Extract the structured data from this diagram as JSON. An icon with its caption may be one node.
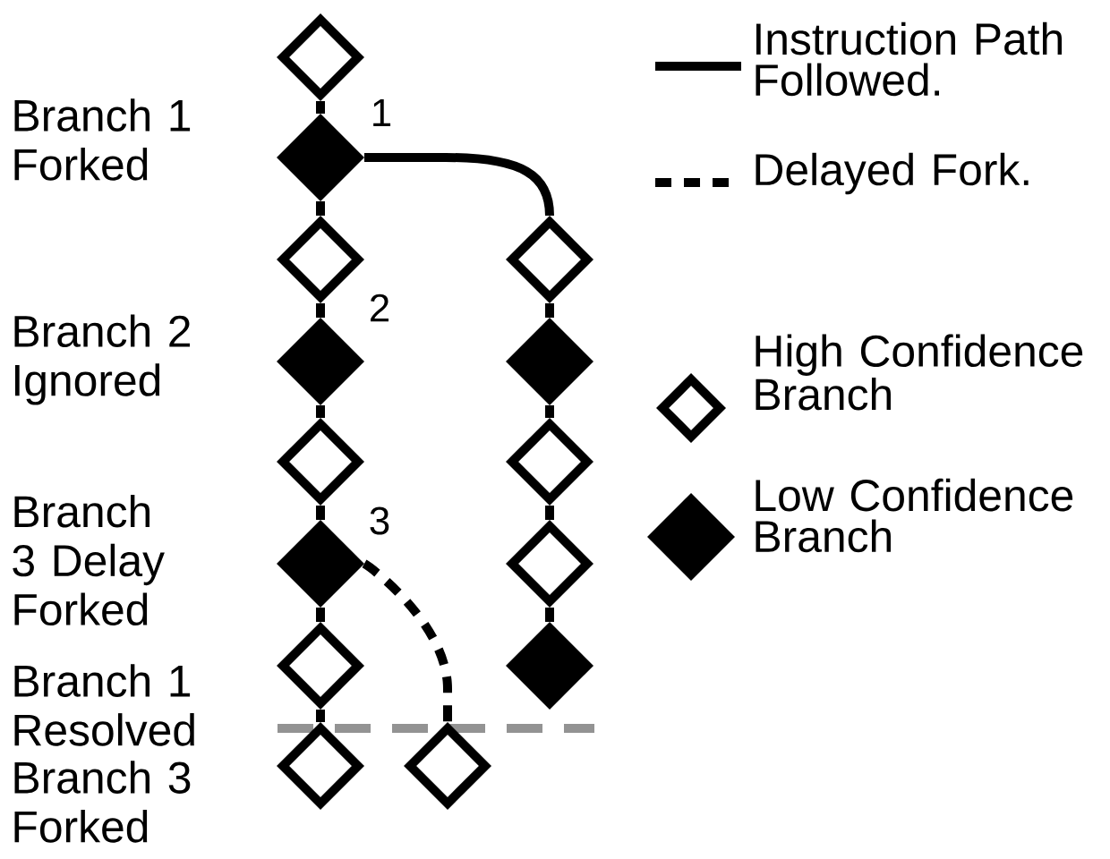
{
  "diagram": {
    "nodes": [
      {
        "text": [],
        "shape": "diamond"
      },
      {
        "text": [],
        "shape": "filled-diamond"
      },
      {
        "text": [],
        "shape": "diamond"
      },
      {
        "text": [],
        "shape": "filled-diamond"
      },
      {
        "text": [],
        "shape": "diamond"
      },
      {
        "text": [],
        "shape": "filled-diamond"
      },
      {
        "text": [],
        "shape": "diamond"
      },
      {
        "text": [],
        "shape": "diamond"
      },
      {
        "text": [],
        "shape": "diamond"
      },
      {
        "text": [],
        "shape": "filled-diamond"
      },
      {
        "text": [],
        "shape": "diamond"
      },
      {
        "text": [],
        "shape": "diamond"
      },
      {
        "text": [],
        "shape": "filled-diamond"
      },
      {
        "text": [],
        "shape": "diamond"
      }
    ],
    "edges": [
      {
        "from": 0,
        "to": 1,
        "arrow": "none"
      },
      {
        "from": 1,
        "to": 2,
        "arrow": "none"
      },
      {
        "from": 2,
        "to": 3,
        "arrow": "none"
      },
      {
        "from": 3,
        "to": 4,
        "arrow": "none"
      },
      {
        "from": 4,
        "to": 5,
        "arrow": "none"
      },
      {
        "from": 5,
        "to": 6,
        "arrow": "none"
      },
      {
        "from": 6,
        "to": 7,
        "arrow": "none"
      },
      {
        "from": 1,
        "to": 8,
        "arrow": "none"
      },
      {
        "from": 8,
        "to": 9,
        "arrow": "none"
      },
      {
        "from": 9,
        "to": 10,
        "arrow": "none"
      },
      {
        "from": 10,
        "to": 11,
        "arrow": "none"
      },
      {
        "from": 11,
        "to": 12,
        "arrow": "none"
      },
      {
        "from": 5,
        "to": 13,
        "arrow": "none",
        "style": "dashed"
      }
    ],
    "labels": [
      "Branch 1 Forked",
      "1",
      "2",
      "Branch 2 Ignored",
      "3",
      "Branch 3 Delay Forked",
      "Branch 1 Resolved",
      "Branch 3 Forked"
    ],
    "legend": [
      {
        "text": "Instruction Path Followed."
      },
      {
        "text": "Delayed Fork."
      },
      {
        "text": "High Confidence Branch"
      },
      {
        "text": "Low Confidence Branch"
      }
    ]
  }
}
